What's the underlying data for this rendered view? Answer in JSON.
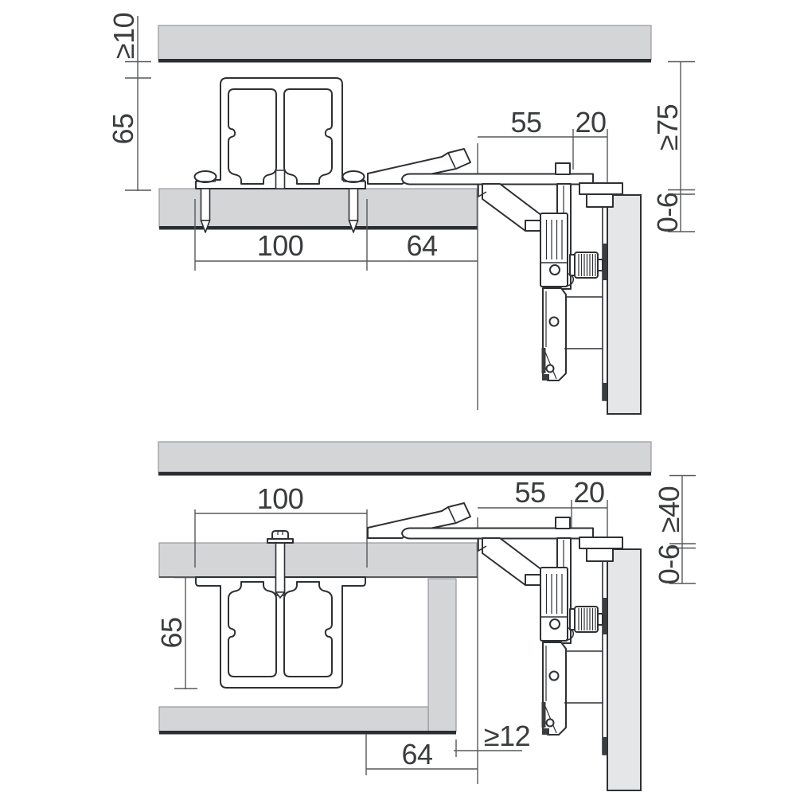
{
  "figure": {
    "type": "technical installation cross-section, sliding door top track",
    "background": "#ffffff",
    "colors": {
      "panel_fill": "#d3d5d7",
      "door_fill": "#e4e6e8",
      "outline": "#2e3134",
      "section_line": "#2b2d30",
      "dimension_line": "#55585a",
      "text": "#3a3c3e"
    }
  },
  "diagrams": {
    "top": {
      "name": "track surface-mounted on cabinet top panel",
      "dimensions": {
        "ceiling_clearance": "≥10",
        "profile_height": "65",
        "profile_width": "100",
        "edge_offset": "64",
        "arm_depth": "55",
        "door_gap": "20",
        "front_clearance": "≥75",
        "height_adjustment": "0-6"
      }
    },
    "bottom": {
      "name": "track recessed below cabinet top panel",
      "dimensions": {
        "profile_width": "100",
        "profile_height": "65",
        "arm_depth": "55",
        "door_gap": "20",
        "top_clearance": "≥40",
        "height_adjustment": "0-6",
        "edge_offset": "64",
        "side_clearance": "≥12"
      }
    }
  }
}
